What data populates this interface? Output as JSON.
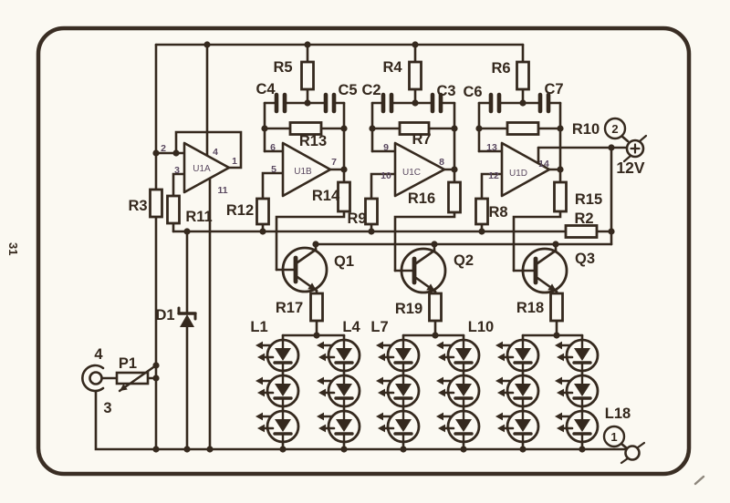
{
  "colors": {
    "ink": "#35291e",
    "paper": "#fbf9f2",
    "pin_ink": "#5a4960",
    "border": "#3a2e24"
  },
  "page_number": "31",
  "schematic": {
    "opamps": [
      "U1A",
      "U1B",
      "U1C",
      "U1D"
    ],
    "resistors": [
      "R2",
      "R3",
      "R4",
      "R5",
      "R6",
      "R7",
      "R8",
      "R9",
      "R10",
      "R11",
      "R12",
      "R13",
      "R14",
      "R15",
      "R16",
      "R17",
      "R18",
      "R19"
    ],
    "capacitors": [
      "C2",
      "C3",
      "C4",
      "C5",
      "C6",
      "C7"
    ],
    "transistors": [
      "Q1",
      "Q2",
      "Q3"
    ],
    "diode": "D1",
    "potentiometer": "P1",
    "led_labels": [
      "L1",
      "L4",
      "L7",
      "L10",
      "L18"
    ],
    "terminals": [
      {
        "id": "2",
        "label": "12V"
      },
      {
        "id": "1",
        "label": ""
      },
      {
        "id": "4",
        "label": ""
      },
      {
        "id": "3",
        "label": ""
      }
    ]
  },
  "labels": {
    "R2": "R2",
    "R3": "R3",
    "R4": "R4",
    "R5": "R5",
    "R6": "R6",
    "R7": "R7",
    "R8": "R8",
    "R9": "R9",
    "R10": "R10",
    "R11": "R11",
    "R12": "R12",
    "R13": "R13",
    "R14": "R14",
    "R15": "R15",
    "R16": "R16",
    "R17": "R17",
    "R18": "R18",
    "R19": "R19",
    "C2": "C2",
    "C3": "C3",
    "C4": "C4",
    "C5": "C5",
    "C6": "C6",
    "C7": "C7",
    "U1A": "U1A",
    "U1B": "U1B",
    "U1C": "U1C",
    "U1D": "U1D",
    "Q1": "Q1",
    "Q2": "Q2",
    "Q3": "Q3",
    "D1": "D1",
    "P1": "P1",
    "L1": "L1",
    "L4": "L4",
    "L7": "L7",
    "L10": "L10",
    "L18": "L18",
    "V12": "12V",
    "TERM1": "1",
    "TERM2": "2",
    "J4": "4",
    "J3": "3",
    "PAGE": "31",
    "U1A_p2": "2",
    "U1A_p3": "3",
    "U1A_p4": "4",
    "U1A_p1": "1",
    "U1A_p11": "11",
    "U1B_p6": "6",
    "U1B_p5": "5",
    "U1B_p7": "7",
    "U1C_p9": "9",
    "U1C_p10": "10",
    "U1C_p8": "8",
    "U1D_p13": "13",
    "U1D_p12": "12",
    "U1D_p14": "14"
  }
}
